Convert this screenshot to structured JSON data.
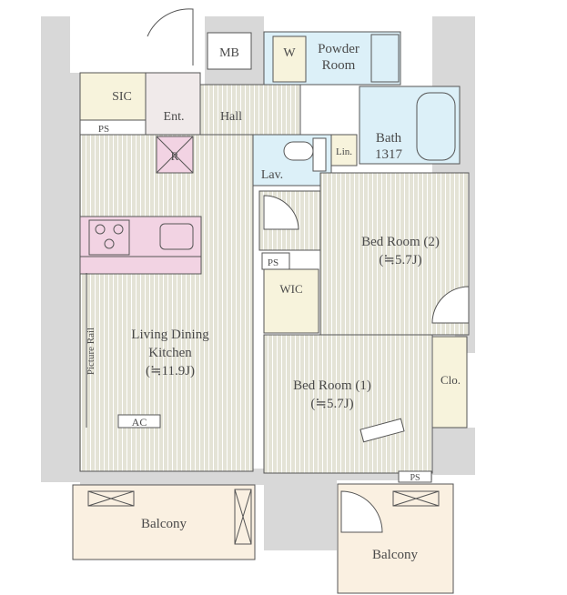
{
  "rooms": {
    "mb": "MB",
    "w": "W",
    "powder_room_1": "Powder",
    "powder_room_2": "Room",
    "sic": "SIC",
    "ent": "Ent.",
    "hall": "Hall",
    "ps_ent": "PS",
    "r": "R",
    "bath": "Bath",
    "bath_size": "1317",
    "lin": "Lin.",
    "lav": "Lav.",
    "bed2": "Bed Room (2)",
    "bed2_size": "(≒5.7J)",
    "ps_mid": "PS",
    "wic": "WIC",
    "ldk_1": "Living Dining",
    "ldk_2": "Kitchen",
    "ldk_size": "(≒11.9J)",
    "picture_rail": "Picture Rail",
    "ac": "AC",
    "bed1": "Bed Room (1)",
    "bed1_size": "(≒5.7J)",
    "clo": "Clo.",
    "ps_bottom": "PS",
    "balcony_left": "Balcony",
    "balcony_right": "Balcony"
  },
  "colors": {
    "wall": "#d8d8d8",
    "floor_wood": "#e4e3d6",
    "floor_line": "#ffffff",
    "wet_area": "#dcf0f8",
    "storage": "#f7f3dc",
    "kitchen": "#f2d3e3",
    "entry": "#f0eaea",
    "balcony": "#faf0e1",
    "line": "#555555"
  }
}
